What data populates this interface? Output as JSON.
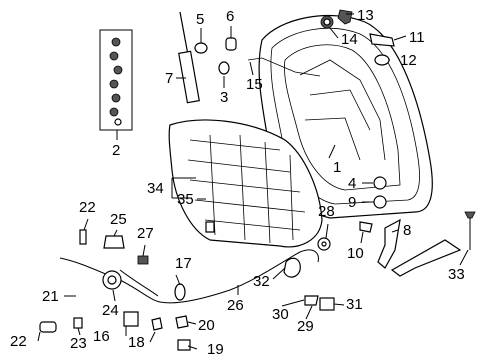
{
  "callouts": {
    "c1": "1",
    "c2": "2",
    "c3": "3",
    "c4": "4",
    "c5": "5",
    "c6": "6",
    "c7": "7",
    "c8": "8",
    "c9": "9",
    "c10": "10",
    "c11": "11",
    "c12": "12",
    "c13": "13",
    "c14": "14",
    "c15": "15",
    "c16": "16",
    "c17": "17",
    "c18": "18",
    "c19": "19",
    "c20": "20",
    "c21": "21",
    "c22a": "22",
    "c22b": "22",
    "c23": "23",
    "c24": "24",
    "c25": "25",
    "c26": "26",
    "c27": "27",
    "c28": "28",
    "c29": "29",
    "c30": "30",
    "c31": "31",
    "c32": "32",
    "c33": "33",
    "c34": "34",
    "c35": "35"
  }
}
